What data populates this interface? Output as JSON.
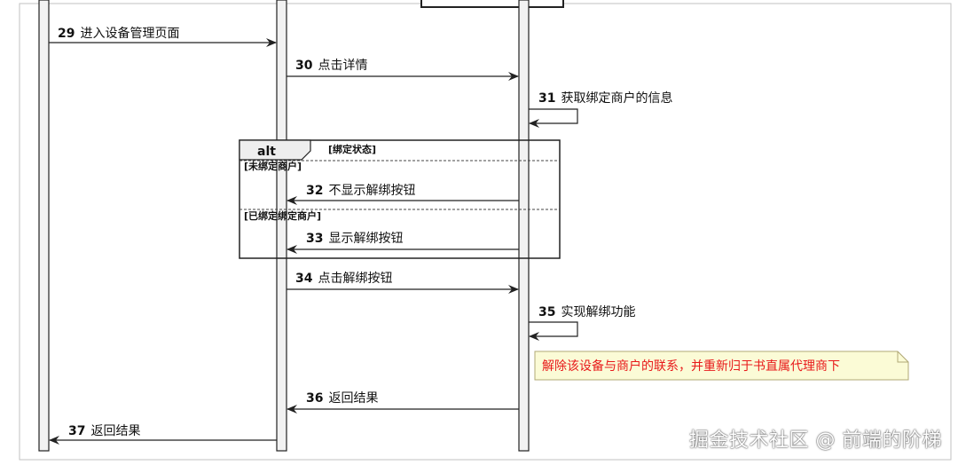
{
  "messages": {
    "m29": {
      "num": "29",
      "text": "进入设备管理页面"
    },
    "m30": {
      "num": "30",
      "text": "点击详情"
    },
    "m31": {
      "num": "31",
      "text": "获取绑定商户的信息"
    },
    "m32": {
      "num": "32",
      "text": "不显示解绑按钮"
    },
    "m33": {
      "num": "33",
      "text": "显示解绑按钮"
    },
    "m34": {
      "num": "34",
      "text": "点击解绑按钮"
    },
    "m35": {
      "num": "35",
      "text": "实现解绑功能"
    },
    "m36": {
      "num": "36",
      "text": "返回结果"
    },
    "m37": {
      "num": "37",
      "text": "返回结果"
    }
  },
  "alt_fragment": {
    "operator": "alt",
    "guard": "[绑定状态]",
    "branch1": "[未绑定商户]",
    "branch2": "[已绑定绑定商户]"
  },
  "note": {
    "text": "解除该设备与商户的联系，并重新归于书直属代理商下",
    "text_color": "#e8191a",
    "fill": "#fbfbd6"
  },
  "watermark": "掘金技术社区 @ 前端的阶梯",
  "colors": {
    "line": "#222222",
    "lifeline_fill": "#f2f2f2",
    "frame_border": "#b9b9b9"
  }
}
